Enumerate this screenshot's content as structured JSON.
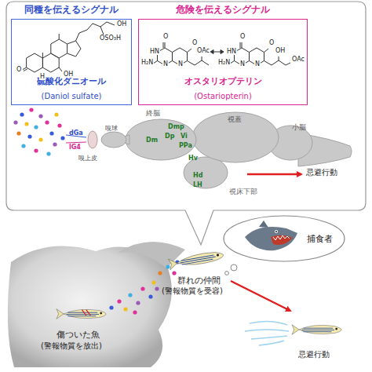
{
  "diagram": {
    "nodes": [
      {
        "text": [
          "同種を伝えるシグナル",
          "硫酸化ダニオール",
          "(Daniol sulfate)"
        ]
      },
      {
        "text": [
          "危険を伝えるシグナル",
          "オスタリオプテリン",
          "(Ostariopterin)"
        ]
      },
      {
        "text": [
          "捕食者"
        ]
      }
    ],
    "labels": [
      "OH",
      "OSO₃H",
      "O",
      "OH",
      "H",
      "O",
      "HN",
      "H₂N",
      "N",
      "N",
      "O",
      "OAc",
      "O",
      "HN",
      "H₂N",
      "N",
      "N",
      "O",
      "OH",
      "OAc",
      "終脳",
      "視蓋",
      "小脳",
      "嗅球",
      "嗅上皮",
      "dGa",
      "lG4",
      "Dmp",
      "Dp",
      "Vi",
      "Dm",
      "PPa",
      "Hv",
      "Hd",
      "LH",
      "視床下部",
      "忌避行動",
      "傷ついた魚",
      "(警報物質を放出)",
      "群れの仲間",
      "(警報物質を受容)",
      "忌避行動"
    ]
  }
}
